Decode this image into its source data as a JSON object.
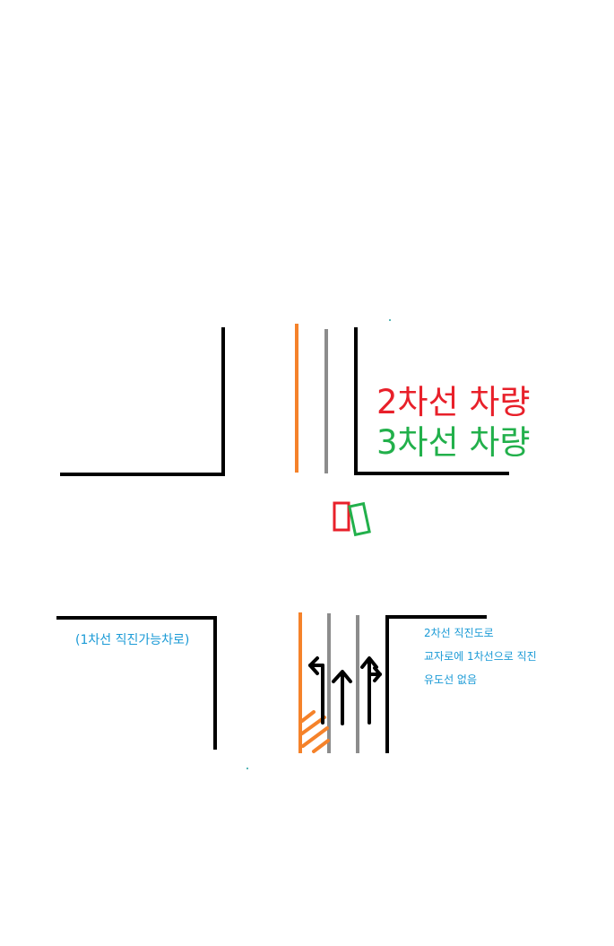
{
  "legend": {
    "lane2_vehicle": "2차선 차량",
    "lane3_vehicle": "3차선 차량"
  },
  "notes": {
    "lane1_straight": "(1차선 직진가능차로)",
    "lane2_line1": "2차선 직진도로",
    "lane2_line2": "교자로에 1차선으로 직진",
    "lane2_line3": "유도선 없음"
  },
  "colors": {
    "curb": "#000000",
    "center_line": "#f5822a",
    "lane_line": "#8c8c8c",
    "arrow": "#000000",
    "lane2_vehicle": "#e8202a",
    "lane3_vehicle": "#22b04b",
    "note_text": "#1a9ad6"
  },
  "icons": {
    "lane1_arrow": "left-straight-arrow-icon",
    "lane2_arrow": "straight-arrow-icon",
    "lane3_arrow": "straight-right-arrow-icon"
  }
}
